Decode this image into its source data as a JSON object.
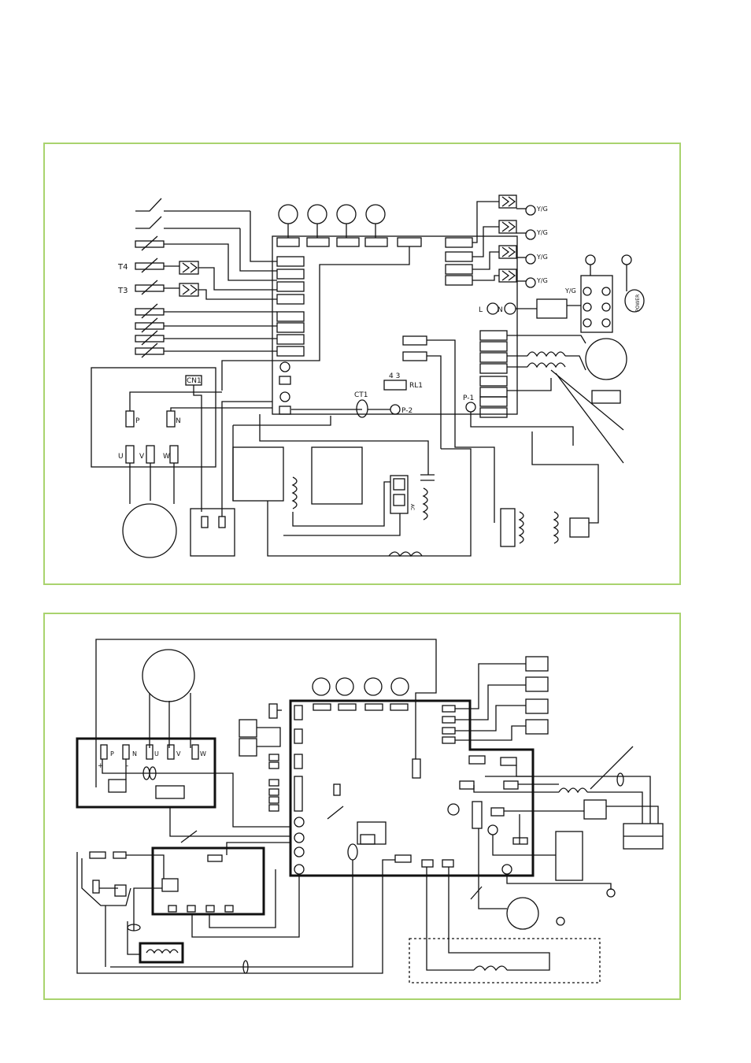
{
  "colors": {
    "frame": "#a9d36e",
    "line": "#111111"
  },
  "top_diagram": {
    "labels": {
      "t4": "T4",
      "t3": "T3",
      "cn1": "CN1",
      "p": "P",
      "n": "N",
      "u": "U",
      "v": "V",
      "w": "W",
      "ct1": "CT1",
      "p2": "P-2",
      "p1": "P-1",
      "rl1": "RL1",
      "rl1_pins": "4  3",
      "l": "L",
      "n2": "N",
      "yg1": "Y/G",
      "yg2": "Y/G",
      "yg3": "Y/G",
      "yg4": "Y/G",
      "yg5": "Y/G",
      "power": "POWER",
      "ac": "AC"
    }
  },
  "bottom_diagram": {
    "labels": {
      "p": "P",
      "n": "N",
      "u": "U",
      "v": "V",
      "w": "W",
      "plus": "+",
      "minus": "-"
    }
  }
}
